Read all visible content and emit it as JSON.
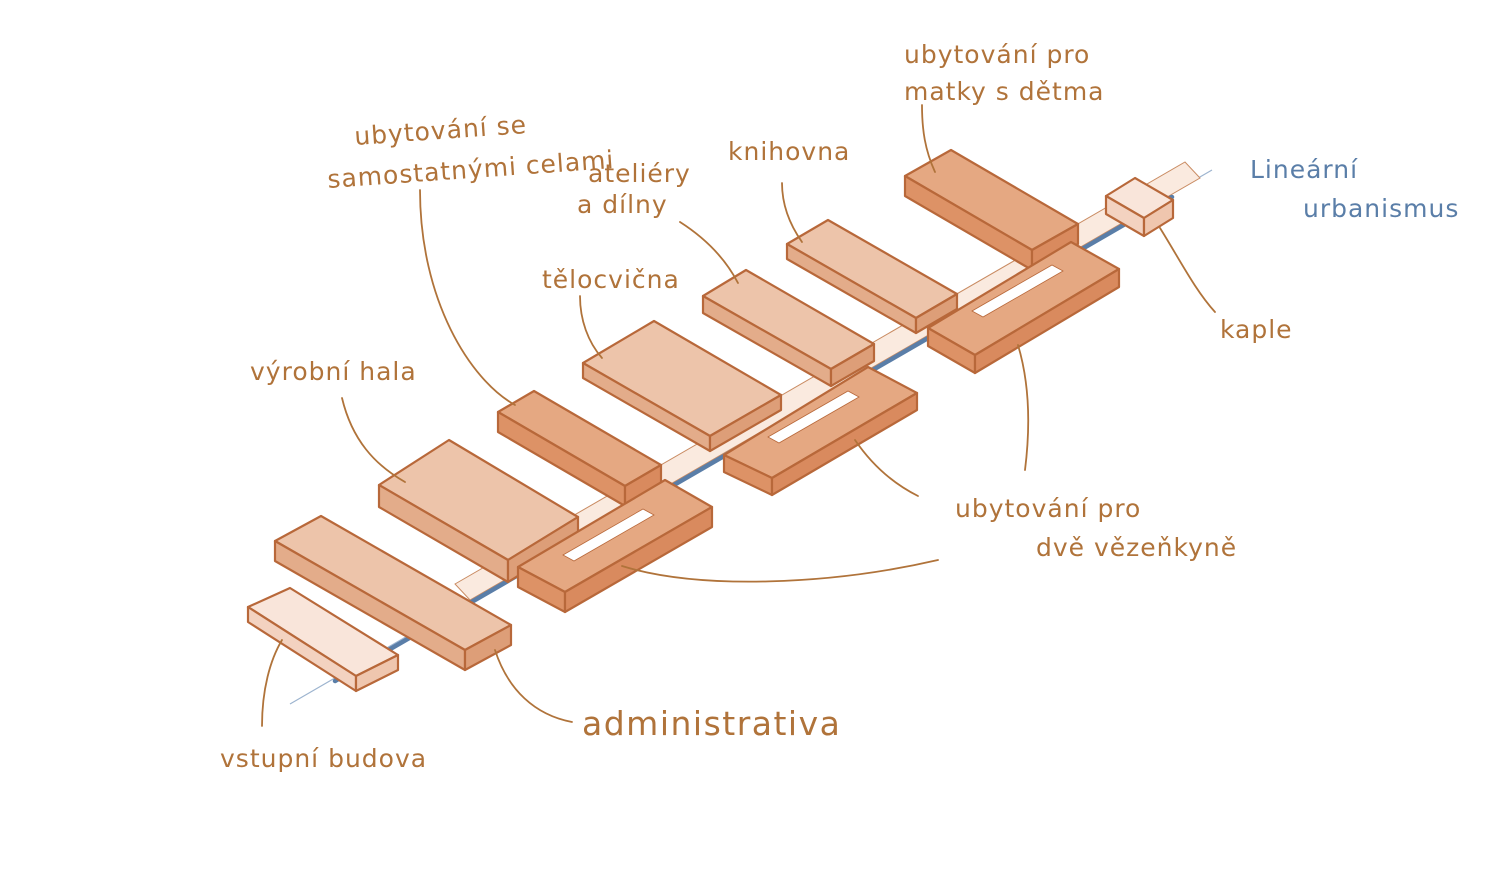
{
  "colors": {
    "label": "#b0733a",
    "accent": "#5a7ea8",
    "outline": "#b8683a",
    "dark_top": "#e5a882",
    "dark_side": "#dd9266",
    "mid_top": "#edc4aa",
    "mid_side": "#e3ac8a",
    "light_top": "#f9e5da",
    "light_side": "#f3d2c0"
  },
  "labels": {
    "vstupni_budova": "vstupní budova",
    "administrativa": "administrativa",
    "vyrobni_hala": "výrobní hala",
    "ubytovani_celami_1": "ubytování se",
    "ubytovani_celami_2": "samostatnými celami",
    "telocvicna": "tělocvična",
    "ateliery_1": "ateliéry",
    "ateliery_2": "a dílny",
    "knihovna": "knihovna",
    "matky_1": "ubytování pro",
    "matky_2": "matky s dětma",
    "linearni_1": "Lineární",
    "linearni_2": "urbanismus",
    "kaple": "kaple",
    "dve_vezenkyne_1": "ubytování pro",
    "dve_vezenkyne_2": "dvě vězeňkyně"
  }
}
